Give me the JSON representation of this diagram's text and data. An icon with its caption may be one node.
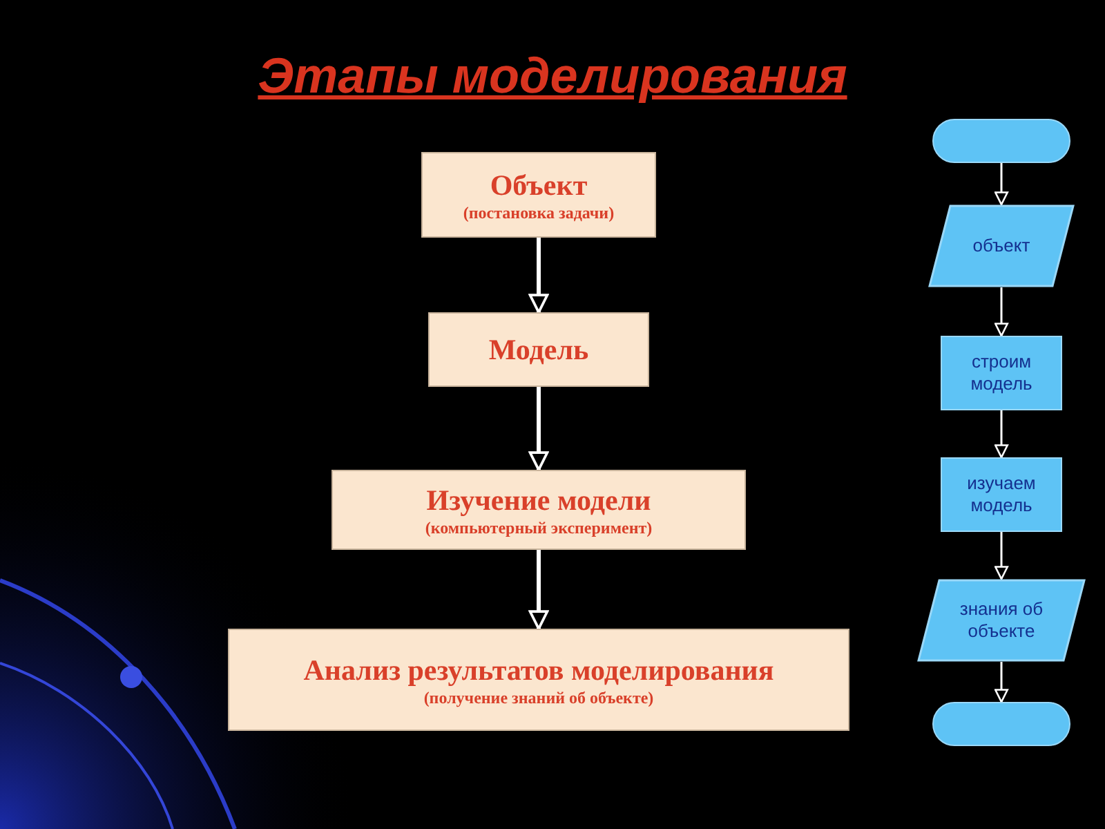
{
  "diagram": {
    "title": "Этапы моделирования",
    "nodes": [
      {
        "text": [
          "Объект",
          "(постановка задачи)"
        ]
      },
      {
        "text": [
          "Модель"
        ]
      },
      {
        "text": [
          "Изучение модели",
          "(компьютерный эксперимент)"
        ]
      },
      {
        "text": [
          "Анализ результатов моделирования",
          "(получение знаний об объекте)"
        ]
      },
      {
        "text": [],
        "shape": "terminator"
      },
      {
        "text": [
          "объект"
        ]
      },
      {
        "text": [
          "строим модель"
        ]
      },
      {
        "text": [
          "изучаем модель"
        ]
      },
      {
        "text": [
          "знания об объекте"
        ]
      },
      {
        "text": [],
        "shape": "terminator"
      }
    ],
    "edges": [
      {
        "from": 0,
        "to": 1,
        "arrow": "to",
        "style": "thick"
      },
      {
        "from": 1,
        "to": 2,
        "arrow": "to",
        "style": "thick"
      },
      {
        "from": 2,
        "to": 3,
        "arrow": "to",
        "style": "thick"
      },
      {
        "from": 4,
        "to": 5,
        "arrow": "to"
      },
      {
        "from": 5,
        "to": 6,
        "arrow": "to"
      },
      {
        "from": 6,
        "to": 7,
        "arrow": "to"
      },
      {
        "from": 7,
        "to": 8,
        "arrow": "to"
      },
      {
        "from": 8,
        "to": 9,
        "arrow": "to"
      }
    ]
  }
}
